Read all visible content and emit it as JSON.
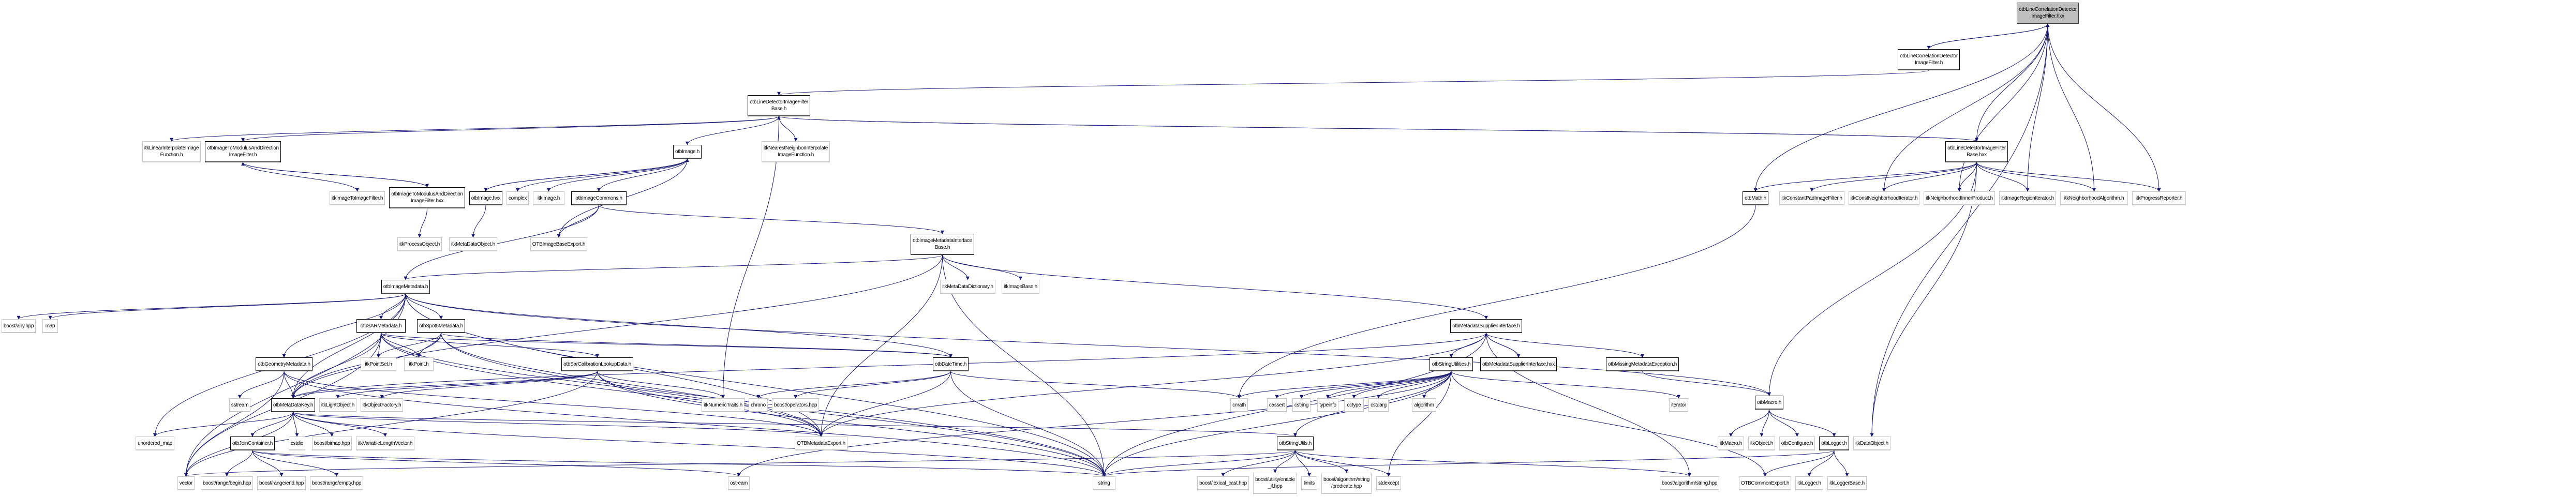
{
  "graph": {
    "edge_color": "#191970",
    "root_fill": "#bfbfbf",
    "nodes": [
      {
        "id": "root",
        "label": "otbLineCorrelationDetector\nImageFilter.hxx",
        "kind": "root"
      },
      {
        "id": "lcdf_h",
        "label": "otbLineCorrelationDetector\nImageFilter.h",
        "kind": "local"
      },
      {
        "id": "ldfb_h",
        "label": "otbLineDetectorImageFilter\nBase.h",
        "kind": "local"
      },
      {
        "id": "ldfb_hxx",
        "label": "otbLineDetectorImageFilter\nBase.hxx",
        "kind": "local"
      },
      {
        "id": "itk_lin",
        "label": "itkLinearInterpolateImage\nFunction.h",
        "kind": "ext"
      },
      {
        "id": "imd_h",
        "label": "otbImageToModulusAndDirection\nImageFilter.h",
        "kind": "local"
      },
      {
        "id": "otbimage_h",
        "label": "otbImage.h",
        "kind": "local"
      },
      {
        "id": "itk_nn",
        "label": "itkNearestNeighborInterpolate\nImageFunction.h",
        "kind": "ext"
      },
      {
        "id": "itk_i2i",
        "label": "itkImageToImageFilter.h",
        "kind": "ext"
      },
      {
        "id": "imd_hxx",
        "label": "otbImageToModulusAndDirection\nImageFilter.hxx",
        "kind": "local"
      },
      {
        "id": "otbimage_hxx",
        "label": "otbImage.hxx",
        "kind": "local"
      },
      {
        "id": "complex",
        "label": "complex",
        "kind": "ext"
      },
      {
        "id": "itkimage",
        "label": "itkImage.h",
        "kind": "ext"
      },
      {
        "id": "imgcommons",
        "label": "otbImageCommons.h",
        "kind": "local"
      },
      {
        "id": "itkproc",
        "label": "itkProcessObject.h",
        "kind": "ext"
      },
      {
        "id": "itkmdo",
        "label": "itkMetaDataObject.h",
        "kind": "ext"
      },
      {
        "id": "otbimgbaseexp",
        "label": "OTBImageBaseExport.h",
        "kind": "ext"
      },
      {
        "id": "imib",
        "label": "otbImageMetadataInterface\nBase.h",
        "kind": "local"
      },
      {
        "id": "otbmath",
        "label": "otbMath.h",
        "kind": "local"
      },
      {
        "id": "itkconstpad",
        "label": "itkConstantPadImageFilter.h",
        "kind": "ext"
      },
      {
        "id": "itkcni",
        "label": "itkConstNeighborhoodIterator.h",
        "kind": "ext"
      },
      {
        "id": "itknip",
        "label": "itkNeighborhoodInnerProduct.h",
        "kind": "ext"
      },
      {
        "id": "itkiri",
        "label": "itkImageRegionIterator.h",
        "kind": "ext"
      },
      {
        "id": "itknalg",
        "label": "itkNeighborhoodAlgorithm.h",
        "kind": "ext"
      },
      {
        "id": "itkprog",
        "label": "itkProgressReporter.h",
        "kind": "ext"
      },
      {
        "id": "imgmeta",
        "label": "otbImageMetadata.h",
        "kind": "local"
      },
      {
        "id": "itkmdd",
        "label": "itkMetaDataDictionary.h",
        "kind": "ext"
      },
      {
        "id": "itkimgbase",
        "label": "itkImageBase.h",
        "kind": "ext"
      },
      {
        "id": "mdsi_h",
        "label": "otbMetadataSupplierInterface.h",
        "kind": "local"
      },
      {
        "id": "boostany",
        "label": "boost/any.hpp",
        "kind": "ext"
      },
      {
        "id": "map",
        "label": "map",
        "kind": "ext"
      },
      {
        "id": "sarmeta",
        "label": "otbSARMetadata.h",
        "kind": "local"
      },
      {
        "id": "spot5",
        "label": "otbSpot5Metadata.h",
        "kind": "local"
      },
      {
        "id": "geommeta",
        "label": "otbGeometryMetadata.h",
        "kind": "local"
      },
      {
        "id": "itkpointset",
        "label": "itkPointSet.h",
        "kind": "ext"
      },
      {
        "id": "itkpoint",
        "label": "itkPoint.h",
        "kind": "ext"
      },
      {
        "id": "sarcal",
        "label": "otbSarCalibrationLookupData.h",
        "kind": "local"
      },
      {
        "id": "datetime",
        "label": "otbDateTime.h",
        "kind": "local"
      },
      {
        "id": "strutil",
        "label": "otbStringUtilities.h",
        "kind": "local"
      },
      {
        "id": "mdsi_hxx",
        "label": "otbMetadataSupplierInterface.hxx",
        "kind": "local"
      },
      {
        "id": "missing",
        "label": "otbMissingMetadataException.h",
        "kind": "local"
      },
      {
        "id": "sstream",
        "label": "sstream",
        "kind": "ext"
      },
      {
        "id": "mdkey",
        "label": "otbMetaDataKey.h",
        "kind": "local"
      },
      {
        "id": "itklight",
        "label": "itkLightObject.h",
        "kind": "ext"
      },
      {
        "id": "itkobjfac",
        "label": "itkObjectFactory.h",
        "kind": "ext"
      },
      {
        "id": "itknum",
        "label": "itkNumericTraits.h",
        "kind": "ext"
      },
      {
        "id": "chrono",
        "label": "chrono",
        "kind": "ext"
      },
      {
        "id": "boostops",
        "label": "boost/operators.hpp",
        "kind": "ext"
      },
      {
        "id": "cmath",
        "label": "cmath",
        "kind": "ext"
      },
      {
        "id": "cassert",
        "label": "cassert",
        "kind": "ext"
      },
      {
        "id": "cstring",
        "label": "cstring",
        "kind": "ext"
      },
      {
        "id": "typeinfo",
        "label": "typeinfo",
        "kind": "ext"
      },
      {
        "id": "cctype",
        "label": "cctype",
        "kind": "ext"
      },
      {
        "id": "cstdarg",
        "label": "cstdarg",
        "kind": "ext"
      },
      {
        "id": "algorithm",
        "label": "algorithm",
        "kind": "ext"
      },
      {
        "id": "iterator",
        "label": "iterator",
        "kind": "ext"
      },
      {
        "id": "otbmacro",
        "label": "otbMacro.h",
        "kind": "local"
      },
      {
        "id": "unordmap",
        "label": "unordered_map",
        "kind": "ext"
      },
      {
        "id": "joincont",
        "label": "otbJoinContainer.h",
        "kind": "local"
      },
      {
        "id": "cstdio",
        "label": "cstdio",
        "kind": "ext"
      },
      {
        "id": "boostbimap",
        "label": "boost/bimap.hpp",
        "kind": "ext"
      },
      {
        "id": "itkvlv",
        "label": "itkVariableLengthVector.h",
        "kind": "ext"
      },
      {
        "id": "otbmdexp",
        "label": "OTBMetadataExport.h",
        "kind": "ext"
      },
      {
        "id": "strutils",
        "label": "otbStringUtils.h",
        "kind": "local"
      },
      {
        "id": "itkmacro",
        "label": "itkMacro.h",
        "kind": "ext"
      },
      {
        "id": "itkobject",
        "label": "itkObject.h",
        "kind": "ext"
      },
      {
        "id": "otbconf",
        "label": "otbConfigure.h",
        "kind": "ext"
      },
      {
        "id": "otblogger",
        "label": "otbLogger.h",
        "kind": "local"
      },
      {
        "id": "itkdataobj",
        "label": "itkDataObject.h",
        "kind": "ext"
      },
      {
        "id": "vector",
        "label": "vector",
        "kind": "ext"
      },
      {
        "id": "brbegin",
        "label": "boost/range/begin.hpp",
        "kind": "ext"
      },
      {
        "id": "brend",
        "label": "boost/range/end.hpp",
        "kind": "ext"
      },
      {
        "id": "brempty",
        "label": "boost/range/empty.hpp",
        "kind": "ext"
      },
      {
        "id": "ostream",
        "label": "ostream",
        "kind": "ext"
      },
      {
        "id": "string",
        "label": "string",
        "kind": "ext"
      },
      {
        "id": "lexcast",
        "label": "boost/lexical_cast.hpp",
        "kind": "ext"
      },
      {
        "id": "enableif",
        "label": "boost/utility/enable\n_if.hpp",
        "kind": "ext"
      },
      {
        "id": "limits",
        "label": "limits",
        "kind": "ext"
      },
      {
        "id": "predicate",
        "label": "boost/algorithm/string\n/predicate.hpp",
        "kind": "ext"
      },
      {
        "id": "stdexcept",
        "label": "stdexcept",
        "kind": "ext"
      },
      {
        "id": "bastring",
        "label": "boost/algorithm/string.hpp",
        "kind": "ext"
      },
      {
        "id": "otbcommonexp",
        "label": "OTBCommonExport.h",
        "kind": "ext"
      },
      {
        "id": "itklogger",
        "label": "itkLogger.h",
        "kind": "ext"
      },
      {
        "id": "itkloggerbase",
        "label": "itkLoggerBase.h",
        "kind": "ext"
      }
    ],
    "edges": [
      [
        "root",
        "lcdf_h"
      ],
      [
        "lcdf_h",
        "root"
      ],
      [
        "root",
        "ldfb_hxx"
      ],
      [
        "root",
        "otbmath"
      ],
      [
        "root",
        "itkcni"
      ],
      [
        "root",
        "itknip"
      ],
      [
        "root",
        "itkiri"
      ],
      [
        "root",
        "itknalg"
      ],
      [
        "root",
        "itkprog"
      ],
      [
        "root",
        "itkdataobj"
      ],
      [
        "lcdf_h",
        "ldfb_h"
      ],
      [
        "ldfb_h",
        "ldfb_hxx"
      ],
      [
        "ldfb_hxx",
        "ldfb_h"
      ],
      [
        "ldfb_h",
        "itk_lin"
      ],
      [
        "ldfb_h",
        "imd_h"
      ],
      [
        "ldfb_h",
        "otbimage_h"
      ],
      [
        "ldfb_h",
        "itk_nn"
      ],
      [
        "ldfb_h",
        "itknum"
      ],
      [
        "ldfb_hxx",
        "otbmath"
      ],
      [
        "ldfb_hxx",
        "itkconstpad"
      ],
      [
        "ldfb_hxx",
        "itkcni"
      ],
      [
        "ldfb_hxx",
        "itknip"
      ],
      [
        "ldfb_hxx",
        "itkiri"
      ],
      [
        "ldfb_hxx",
        "itknalg"
      ],
      [
        "ldfb_hxx",
        "itkprog"
      ],
      [
        "ldfb_hxx",
        "itkdataobj"
      ],
      [
        "ldfb_hxx",
        "otbmacro"
      ],
      [
        "imd_h",
        "itk_i2i"
      ],
      [
        "imd_h",
        "imd_hxx"
      ],
      [
        "imd_hxx",
        "imd_h"
      ],
      [
        "imd_hxx",
        "itkproc"
      ],
      [
        "otbimage_h",
        "otbimage_hxx"
      ],
      [
        "otbimage_hxx",
        "otbimage_h"
      ],
      [
        "otbimage_h",
        "complex"
      ],
      [
        "otbimage_h",
        "itkimage"
      ],
      [
        "otbimage_h",
        "otbimgbaseexp"
      ],
      [
        "otbimage_h",
        "imgcommons"
      ],
      [
        "otbimage_hxx",
        "itkmdo"
      ],
      [
        "imgcommons",
        "otbimgbaseexp"
      ],
      [
        "imgcommons",
        "imgmeta"
      ],
      [
        "imgcommons",
        "imib"
      ],
      [
        "imib",
        "imgmeta"
      ],
      [
        "imib",
        "itkmdd"
      ],
      [
        "imib",
        "itkimgbase"
      ],
      [
        "imib",
        "mdsi_h"
      ],
      [
        "imib",
        "otbmdexp"
      ],
      [
        "imib",
        "string"
      ],
      [
        "imib",
        "mdkey"
      ],
      [
        "otbmath",
        "cmath"
      ],
      [
        "imgmeta",
        "boostany"
      ],
      [
        "imgmeta",
        "map"
      ],
      [
        "imgmeta",
        "sarmeta"
      ],
      [
        "imgmeta",
        "spot5"
      ],
      [
        "imgmeta",
        "geommeta"
      ],
      [
        "imgmeta",
        "mdkey"
      ],
      [
        "imgmeta",
        "otbmdexp"
      ],
      [
        "imgmeta",
        "string"
      ],
      [
        "imgmeta",
        "vector"
      ],
      [
        "imgmeta",
        "unordmap"
      ],
      [
        "imgmeta",
        "datetime"
      ],
      [
        "imgmeta",
        "otbmacro"
      ],
      [
        "sarmeta",
        "itkpointset"
      ],
      [
        "sarmeta",
        "itkpoint"
      ],
      [
        "sarmeta",
        "sarcal"
      ],
      [
        "sarmeta",
        "mdkey"
      ],
      [
        "sarmeta",
        "datetime"
      ],
      [
        "sarmeta",
        "otbmdexp"
      ],
      [
        "sarmeta",
        "string"
      ],
      [
        "sarmeta",
        "vector"
      ],
      [
        "spot5",
        "itkpointset"
      ],
      [
        "spot5",
        "itkpoint"
      ],
      [
        "spot5",
        "mdkey"
      ],
      [
        "spot5",
        "datetime"
      ],
      [
        "spot5",
        "otbmdexp"
      ],
      [
        "spot5",
        "string"
      ],
      [
        "geommeta",
        "sstream"
      ],
      [
        "geommeta",
        "mdkey"
      ],
      [
        "geommeta",
        "vector"
      ],
      [
        "geommeta",
        "string"
      ],
      [
        "geommeta",
        "otbmdexp"
      ],
      [
        "sarcal",
        "itklight"
      ],
      [
        "sarcal",
        "itkobjfac"
      ],
      [
        "sarcal",
        "itknum"
      ],
      [
        "sarcal",
        "mdkey"
      ],
      [
        "sarcal",
        "otbmdexp"
      ],
      [
        "sarcal",
        "string"
      ],
      [
        "sarcal",
        "vector"
      ],
      [
        "datetime",
        "chrono"
      ],
      [
        "datetime",
        "boostops"
      ],
      [
        "datetime",
        "otbmdexp"
      ],
      [
        "datetime",
        "string"
      ],
      [
        "datetime",
        "cmath"
      ],
      [
        "mdsi_h",
        "strutil"
      ],
      [
        "mdsi_h",
        "mdsi_hxx"
      ],
      [
        "mdsi_hxx",
        "mdsi_h"
      ],
      [
        "mdsi_h",
        "missing"
      ],
      [
        "mdsi_h",
        "otbmdexp"
      ],
      [
        "mdsi_h",
        "string"
      ],
      [
        "mdsi_h",
        "mdkey"
      ],
      [
        "mdsi_h",
        "bastring"
      ],
      [
        "strutil",
        "cmath"
      ],
      [
        "strutil",
        "cassert"
      ],
      [
        "strutil",
        "cstring"
      ],
      [
        "strutil",
        "typeinfo"
      ],
      [
        "strutil",
        "cctype"
      ],
      [
        "strutil",
        "cstdarg"
      ],
      [
        "strutil",
        "algorithm"
      ],
      [
        "strutil",
        "iterator"
      ],
      [
        "strutil",
        "strutils"
      ],
      [
        "strutil",
        "string"
      ],
      [
        "strutil",
        "stdexcept"
      ],
      [
        "strutil",
        "ostream"
      ],
      [
        "strutil",
        "otbcommonexp"
      ],
      [
        "missing",
        "otbmacro"
      ],
      [
        "mdkey",
        "unordmap"
      ],
      [
        "mdkey",
        "joincont"
      ],
      [
        "mdkey",
        "cstdio"
      ],
      [
        "mdkey",
        "boostbimap"
      ],
      [
        "mdkey",
        "itkvlv"
      ],
      [
        "mdkey",
        "otbmdexp"
      ],
      [
        "mdkey",
        "string"
      ],
      [
        "mdkey",
        "vector"
      ],
      [
        "mdkey",
        "strutils"
      ],
      [
        "joincont",
        "brbegin"
      ],
      [
        "joincont",
        "brend"
      ],
      [
        "joincont",
        "brempty"
      ],
      [
        "joincont",
        "ostream"
      ],
      [
        "joincont",
        "string"
      ],
      [
        "strutils",
        "string"
      ],
      [
        "strutils",
        "lexcast"
      ],
      [
        "strutils",
        "enableif"
      ],
      [
        "strutils",
        "limits"
      ],
      [
        "strutils",
        "predicate"
      ],
      [
        "strutils",
        "stdexcept"
      ],
      [
        "strutils",
        "bastring"
      ],
      [
        "strutils",
        "vector"
      ],
      [
        "otbmacro",
        "itkmacro"
      ],
      [
        "otbmacro",
        "itkobject"
      ],
      [
        "otbmacro",
        "otbconf"
      ],
      [
        "otbmacro",
        "otblogger"
      ],
      [
        "otblogger",
        "otbcommonexp"
      ],
      [
        "otblogger",
        "itklogger"
      ],
      [
        "otblogger",
        "itkloggerbase"
      ],
      [
        "otblogger",
        "string"
      ]
    ]
  }
}
